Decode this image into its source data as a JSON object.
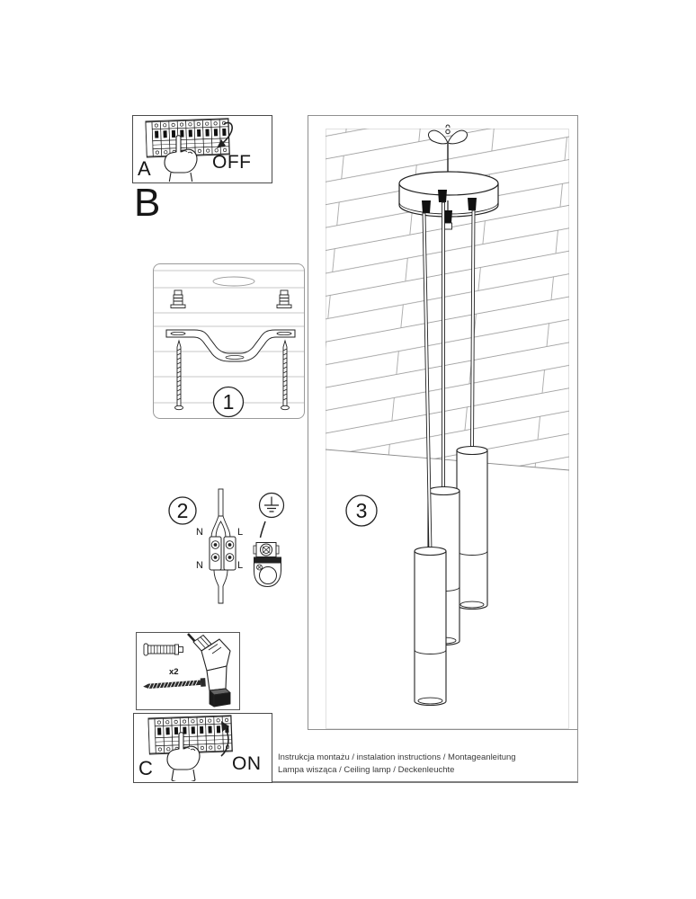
{
  "document": {
    "type": "installation-manual-page",
    "product": "pendant lamp",
    "ink_color": "#222222",
    "panel_border_color": "#8f8f8f"
  },
  "section_a": {
    "label": "A",
    "switch_state": "OFF",
    "icon": "circuit-breaker-strip"
  },
  "section_b": {
    "label": "B"
  },
  "section_c": {
    "label": "C",
    "switch_state": "ON",
    "icon": "circuit-breaker-strip"
  },
  "steps": {
    "step1": "1",
    "step2": "2",
    "step3": "3"
  },
  "wiring": {
    "n_top": "N",
    "l_top": "L",
    "n_bottom": "N",
    "l_bottom": "L",
    "ground_icon": "earth-ground-symbol"
  },
  "tools": {
    "quantity_note": "x2",
    "icons": [
      "wall-plug",
      "mounting-screw",
      "cordless-drill"
    ]
  },
  "footer": {
    "line1": "Instrukcja montażu / instalation instructions / Montageanleitung",
    "line2": "Lampa wisząca / Ceiling lamp / Deckenleuchte"
  }
}
